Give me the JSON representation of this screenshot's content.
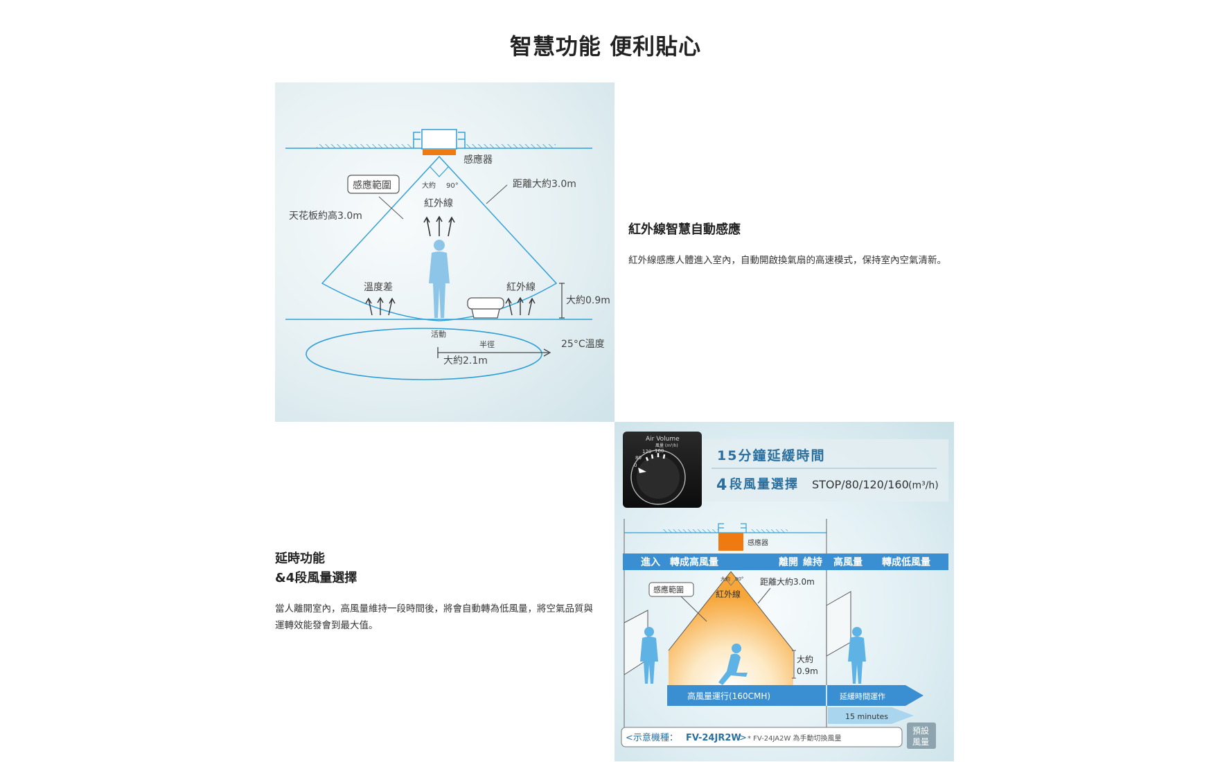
{
  "page": {
    "title": "智慧功能 便利貼心"
  },
  "sensor_diagram": {
    "sensor_label": "感應器",
    "range_label": "感應範圍",
    "angle_prefix": "大約",
    "angle_value": "90°",
    "distance_label": "距離大約3.0m",
    "ir_label": "紅外線",
    "ceiling_label": "天花板約高3.0m",
    "temp_diff_label": "溫度差",
    "ir_label_right": "紅外線",
    "height_label": "大約0.9m",
    "activity_label": "活動",
    "radius_label": "半徑",
    "radius_value": "大約2.1m",
    "temperature_label": "25°C溫度"
  },
  "feature_ir": {
    "title": "紅外線智慧自動感應",
    "description": "紅外線感應人體進入室內，自動開啟換氣扇的高速模式，保持室內空氣清新。"
  },
  "feature_delay": {
    "title_line1": "延時功能",
    "title_line2": "&4段風量選擇",
    "description": "當人離開室內，高風量維持一段時間後，將會自動轉為低風量，將空氣品質與運轉效能發會到最大值。"
  },
  "delay_diagram": {
    "dial_title": "Air Volume",
    "dial_unit": "風量 (m³/h)",
    "dial_ticks": [
      "0",
      "80",
      "120",
      "160"
    ],
    "delay_title": "15分鐘延緩時間",
    "speed_title_num": "4",
    "speed_title_text": "段風量選擇",
    "speed_options": "STOP/80/120/160",
    "speed_unit": "(m³/h)",
    "sensor_label": "感應器",
    "bar_enter": "進入",
    "bar_to_high": "轉成高風量",
    "bar_leave": "離開",
    "bar_keep": "維持",
    "bar_high": "高風量",
    "bar_to_low": "轉成低風量",
    "range_label": "感應範圍",
    "angle_prefix": "大約",
    "angle_value": "90°",
    "distance_label": "距離大約3.0m",
    "ir_label": "紅外線",
    "height_label_1": "大約",
    "height_label_2": "0.9m",
    "high_run_label": "高風量運行(160CMH)",
    "delay_run_label": "延緩時間運作",
    "minutes_label": "15 minutes",
    "model_prefix": "<示意機種：",
    "model_name": "FV-24JR2W",
    "model_suffix": ">",
    "model_note": "* FV-24JA2W 為手動切換風量",
    "preset_line1": "預設",
    "preset_line2": "風量"
  },
  "colors": {
    "line_blue": "#2f9fd6",
    "text_gray": "#555555",
    "orange": "#f07a12",
    "bar_blue": "#3a8fd2",
    "arrow_teal": "#1f4f6b"
  }
}
